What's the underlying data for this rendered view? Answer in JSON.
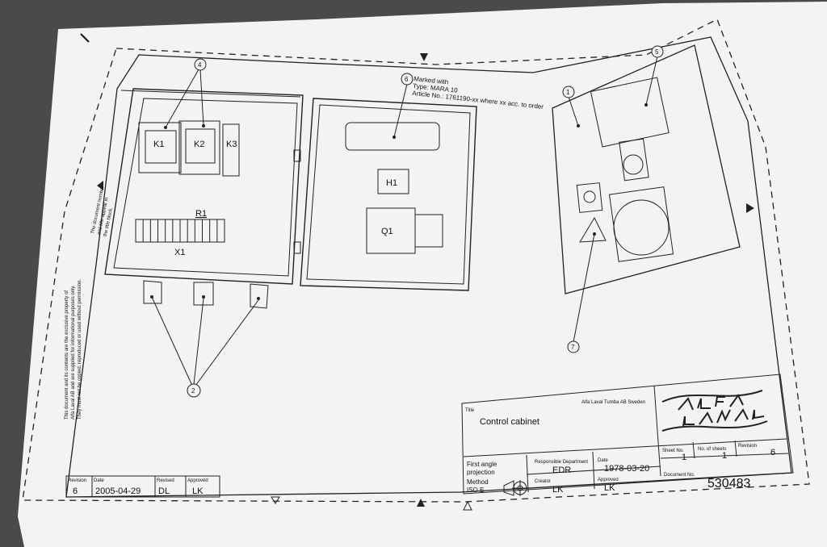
{
  "drawing": {
    "components": {
      "k1": "K1",
      "k2": "K2",
      "k3": "K3",
      "r1": "R1",
      "x1": "X1",
      "h1": "H1",
      "q1": "Q1"
    },
    "callouts": [
      "1",
      "2",
      "4",
      "5",
      "6",
      "7"
    ],
    "marking_note": {
      "line1": "Marked with",
      "line2": "Type: MARA 10",
      "line3": "Article No.: 1761190-xx where xx acc. to order"
    },
    "left_margin_note": {
      "line1": "This document and its contents are the exclusive property of",
      "line2": "Alfa Laval AB and are supplied for informational purposes only.",
      "line3": "They must not be copied, reproduced or used without permission."
    },
    "small_note": {
      "line1": "The document number",
      "line2": "and title appear in",
      "line3": "the title block."
    }
  },
  "revision_block": {
    "revision_label": "Revision",
    "date_label": "Date",
    "revised_label": "Revised",
    "approved_label": "Approved",
    "revision": "6",
    "date": "2005-04-29",
    "revised": "DL",
    "approved": "LK"
  },
  "title_block": {
    "title_label": "Title",
    "company": "Alfa Laval Tumba AB Sweden",
    "title": "Control cabinet",
    "projection_line1": "First angle",
    "projection_line2": "projection",
    "method_label": "Method",
    "method": "ISO E",
    "resp_dept_label": "Responsible Department",
    "resp_dept": "EDR",
    "date_label": "Date",
    "date": "1978-03-20",
    "creator_label": "Creator",
    "creator": "LK",
    "approved_label": "Approved",
    "approved": "LK",
    "sheet_label": "Sheet No.",
    "sheet": "1",
    "sheets_label": "No. of sheets",
    "sheets": "1",
    "revision_label": "Revision",
    "revision": "6",
    "document_label": "Document No.",
    "document_no": "530483"
  },
  "colors": {
    "paper": "#f3f3f1",
    "ink": "#1a1a1a",
    "background": "#4a4a4a"
  }
}
